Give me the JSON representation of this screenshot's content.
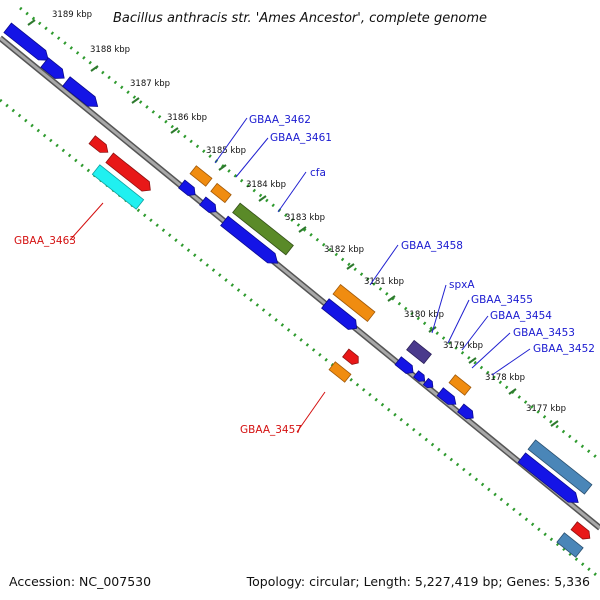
{
  "title": "Bacillus anthracis str. 'Ames Ancestor', complete genome",
  "footer": {
    "accession": "Accession: NC_007530",
    "topology": "Topology: circular; Length: 5,227,419 bp; Genes: 5,336"
  },
  "kbp_ticks": [
    "3189 kbp",
    "3188 kbp",
    "3187 kbp",
    "3186 kbp",
    "3185 kbp",
    "3184 kbp",
    "3183 kbp",
    "3182 kbp",
    "3181 kbp",
    "3180 kbp",
    "3179 kbp",
    "3178 kbp",
    "3177 kbp"
  ],
  "gene_labels": [
    {
      "text": "GBAA_3462",
      "color": "blue"
    },
    {
      "text": "GBAA_3461",
      "color": "blue"
    },
    {
      "text": "cfa",
      "color": "blue"
    },
    {
      "text": "GBAA_3458",
      "color": "blue"
    },
    {
      "text": "spxA",
      "color": "blue"
    },
    {
      "text": "GBAA_3455",
      "color": "blue"
    },
    {
      "text": "GBAA_3454",
      "color": "blue"
    },
    {
      "text": "GBAA_3453",
      "color": "blue"
    },
    {
      "text": "GBAA_3452",
      "color": "blue"
    },
    {
      "text": "GBAA_3463",
      "color": "red"
    },
    {
      "text": "GBAA_3457",
      "color": "red"
    }
  ],
  "colors": {
    "backbone": "#888888",
    "dotted_track": "#2e9a2e",
    "blue_gene": "#1414e6",
    "red_gene": "#e81818",
    "orange_gene": "#f08c10",
    "cyan_gene": "#20f0f0",
    "olive_gene": "#5a8a28",
    "purple_gene": "#4a3a8c",
    "steel_gene": "#4a86b8",
    "label_blue": "#1a1ad0",
    "label_red": "#d41010"
  }
}
